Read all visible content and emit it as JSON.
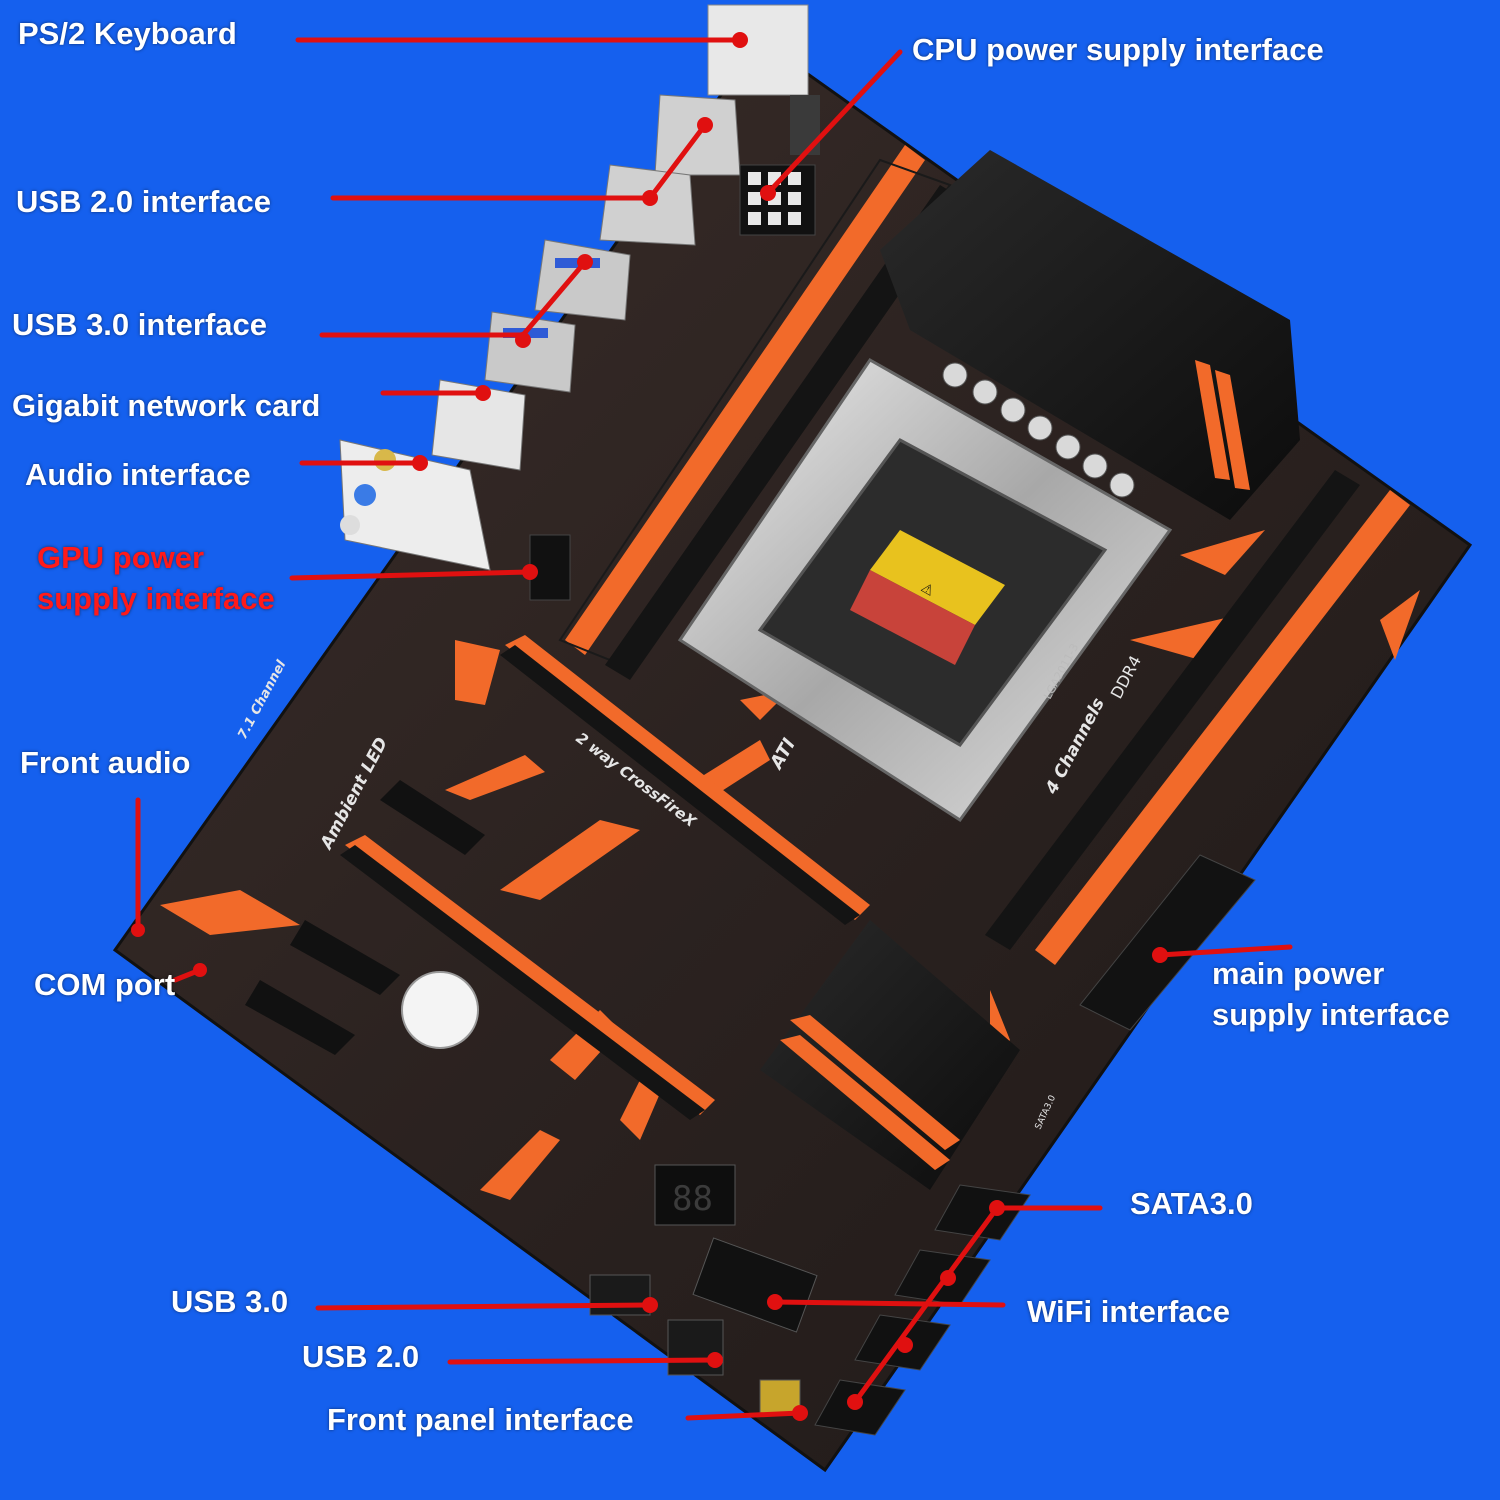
{
  "colors": {
    "background": "#1560ee",
    "board": "#2b2220",
    "accent_orange": "#f26a2a",
    "leader_line": "#e01010",
    "label_white": "#ffffff",
    "label_red": "#ff1a1a"
  },
  "labels": {
    "ps2_keyboard": "PS/2 Keyboard",
    "cpu_power": "CPU power supply interface",
    "usb2_interface": "USB 2.0 interface",
    "usb3_interface": "USB 3.0 interface",
    "gigabit_network": "Gigabit network card",
    "audio_interface": "Audio interface",
    "gpu_power_line1": "GPU power",
    "gpu_power_line2": "supply interface",
    "front_audio": "Front audio",
    "com_port": "COM port",
    "main_power_line1": "main power",
    "main_power_line2": "supply interface",
    "sata": "SATA3.0",
    "wifi": "WiFi interface",
    "usb3_header": "USB 3.0",
    "usb2_header": "USB 2.0",
    "front_panel": "Front panel interface"
  },
  "board_print": {
    "channel": "7.1 Channel",
    "ambient_led": "Ambient LED",
    "crossfire": "2 way CrossFireX",
    "ati": "ATI",
    "four_channels": "4 Channels",
    "ddr4": "DDR4",
    "socket": "LGA2011-3",
    "sata_tag": "SATA3.0",
    "debug_display": "88"
  }
}
